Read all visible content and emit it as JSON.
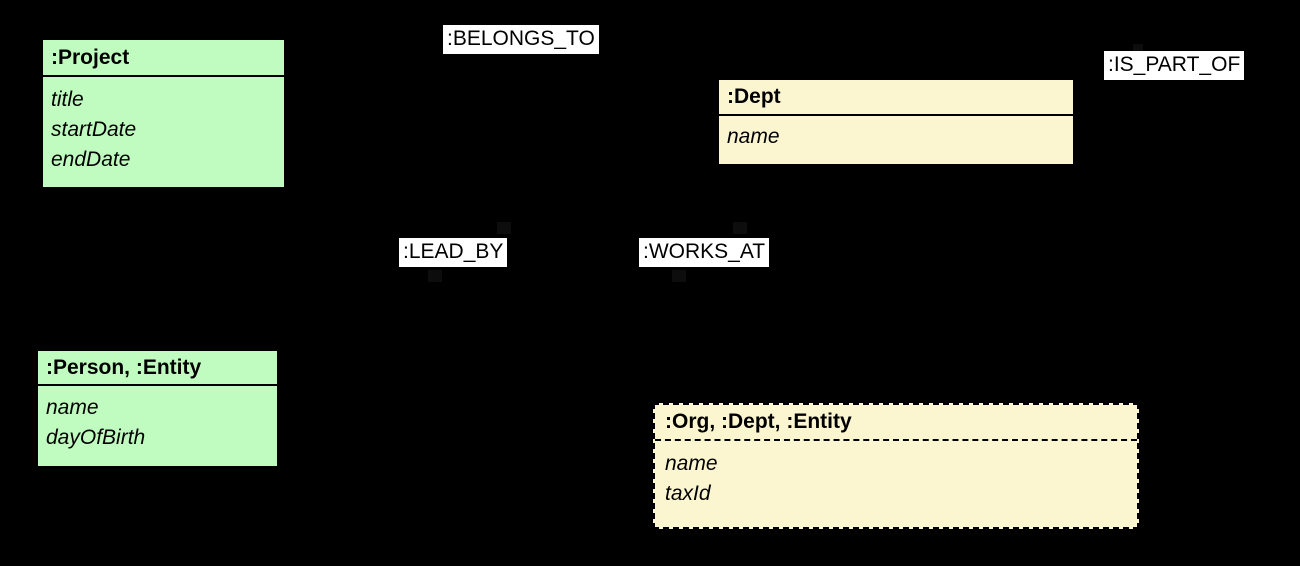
{
  "diagram": {
    "type": "graph-schema",
    "background_color": "#000000",
    "node_fill_green": "#C0FCC0",
    "node_fill_yellow": "#FCF6D0",
    "border_color": "#000000",
    "label_background": "#FFFFFF",
    "label_text_color": "#000000"
  },
  "nodes": [
    {
      "id": "project",
      "title": ":Project",
      "fill": "green",
      "border_style": "solid",
      "properties": [
        "title",
        "startDate",
        "endDate"
      ]
    },
    {
      "id": "dept",
      "title": ":Dept",
      "fill": "yellow",
      "border_style": "solid",
      "properties": [
        "name"
      ]
    },
    {
      "id": "person",
      "title": ":Person, :Entity",
      "fill": "green",
      "border_style": "solid",
      "properties": [
        "name",
        "dayOfBirth"
      ]
    },
    {
      "id": "org",
      "title": ":Org, :Dept, :Entity",
      "fill": "yellow",
      "border_style": "dashed",
      "properties": [
        "name",
        "taxId"
      ]
    }
  ],
  "relationships": [
    {
      "id": "belongs-to",
      "label": ":BELONGS_TO"
    },
    {
      "id": "is-part-of",
      "label": ":IS_PART_OF"
    },
    {
      "id": "lead-by",
      "label": ":LEAD_BY"
    },
    {
      "id": "works-at",
      "label": ":WORKS_AT"
    }
  ]
}
